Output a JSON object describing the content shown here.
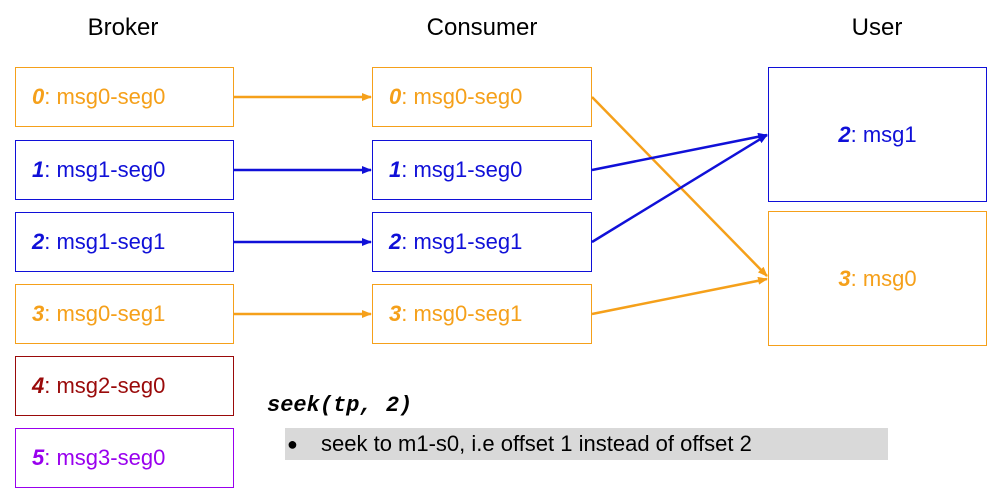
{
  "columns": {
    "broker": "Broker",
    "consumer": "Consumer",
    "user": "User"
  },
  "broker": [
    {
      "offset": "0",
      "label": "msg0-seg0",
      "color": "#f5a01a"
    },
    {
      "offset": "1",
      "label": "msg1-seg0",
      "color": "#1010d8"
    },
    {
      "offset": "2",
      "label": "msg1-seg1",
      "color": "#1010d8"
    },
    {
      "offset": "3",
      "label": "msg0-seg1",
      "color": "#f5a01a"
    },
    {
      "offset": "4",
      "label": "msg2-seg0",
      "color": "#9a0a0a"
    },
    {
      "offset": "5",
      "label": "msg3-seg0",
      "color": "#9900ee"
    }
  ],
  "consumer": [
    {
      "offset": "0",
      "label": "msg0-seg0",
      "color": "#f5a01a"
    },
    {
      "offset": "1",
      "label": "msg1-seg0",
      "color": "#1010d8"
    },
    {
      "offset": "2",
      "label": "msg1-seg1",
      "color": "#1010d8"
    },
    {
      "offset": "3",
      "label": "msg0-seg1",
      "color": "#f5a01a"
    }
  ],
  "user": [
    {
      "offset": "2",
      "label": "msg1",
      "color": "#1010d8"
    },
    {
      "offset": "3",
      "label": "msg0",
      "color": "#f5a01a"
    }
  ],
  "note": {
    "title": "seek(tp, 2)",
    "bullet": "●",
    "text": "seek to m1-s0, i.e offset 1 instead of offset 2"
  }
}
